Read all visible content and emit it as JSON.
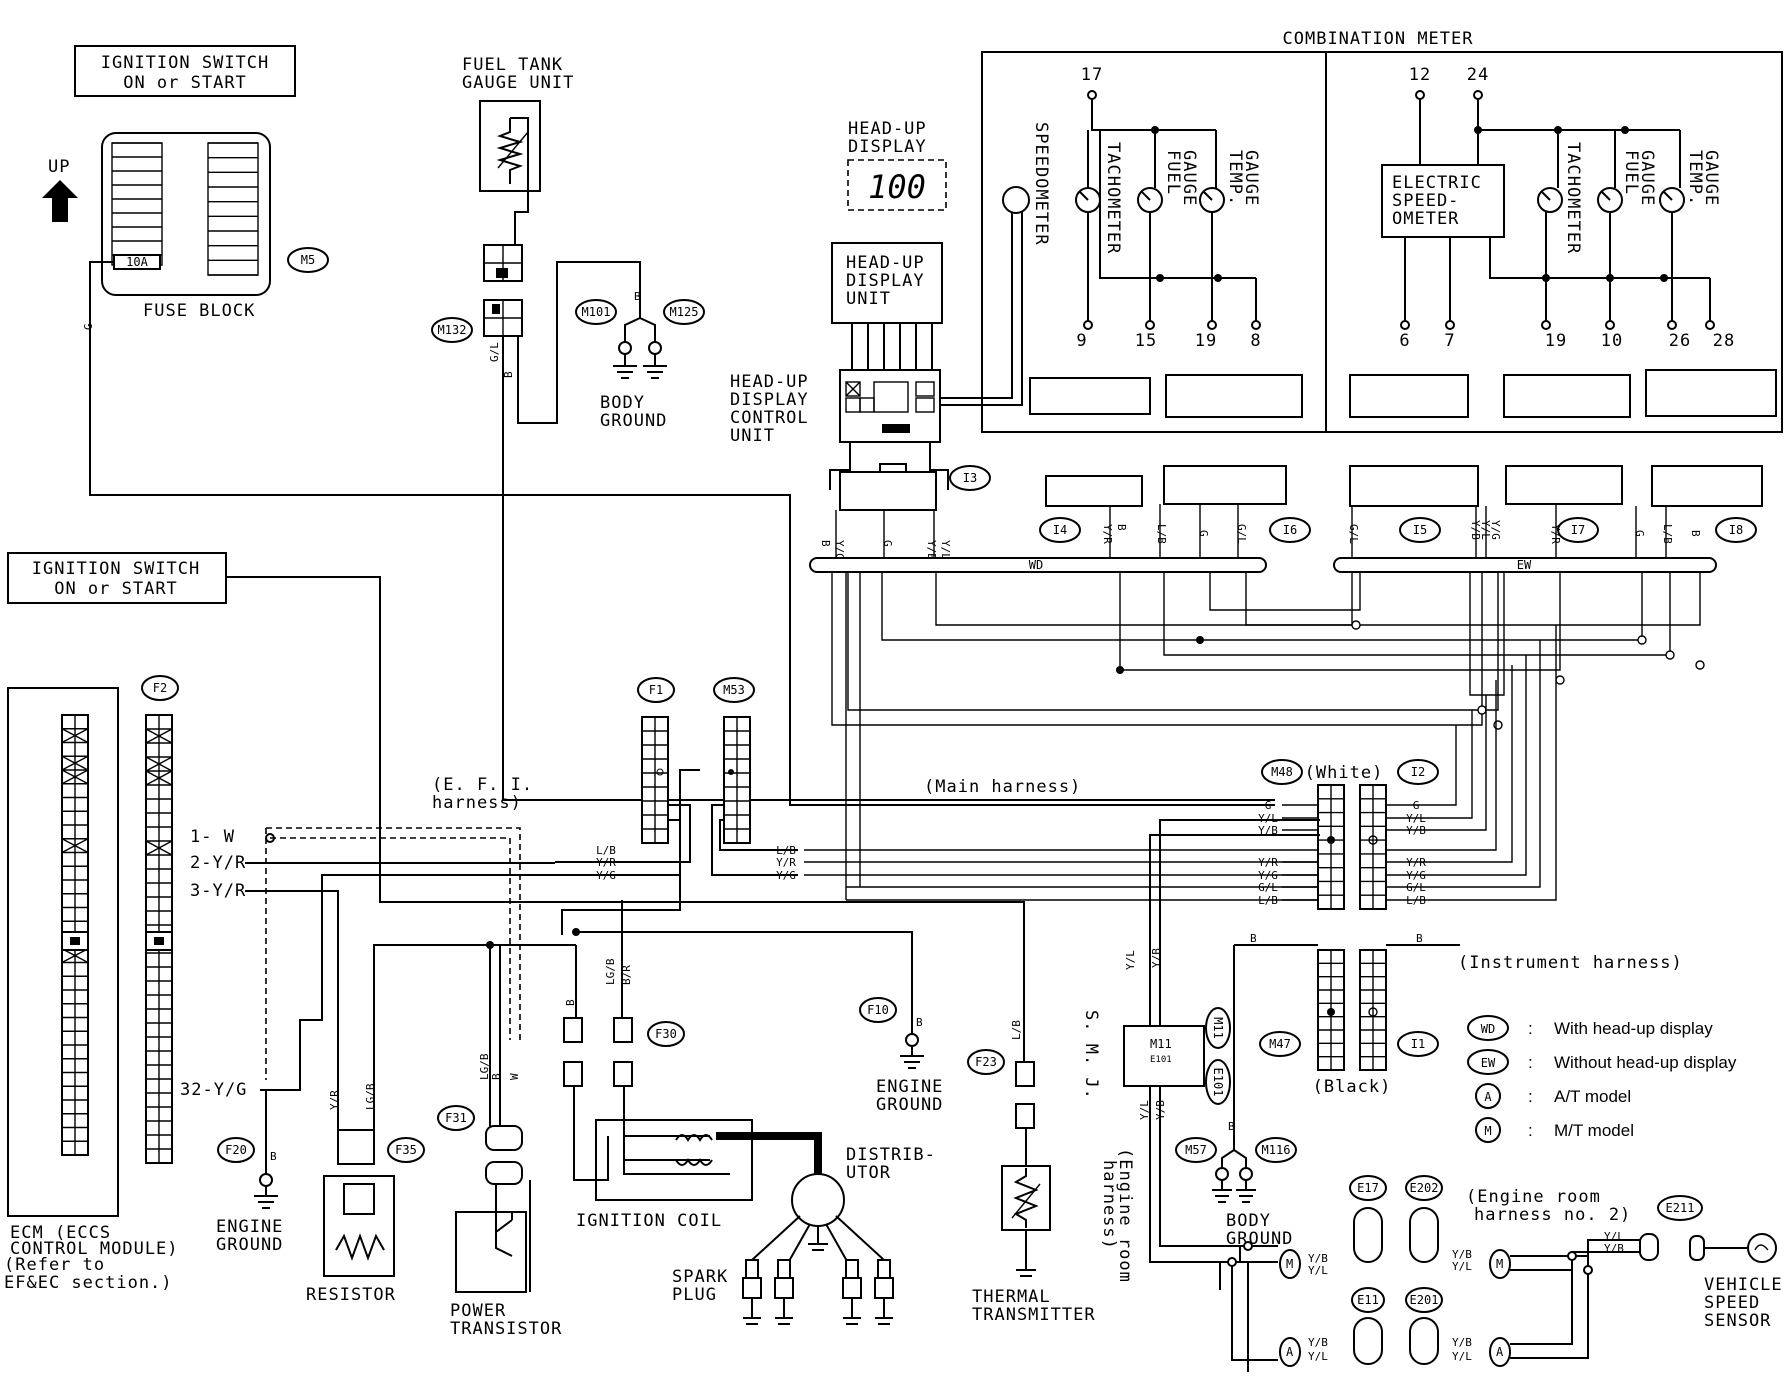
{
  "labels": {
    "ign_switch_top": [
      "IGNITION SWITCH",
      "ON or START"
    ],
    "ign_switch_mid": [
      "IGNITION SWITCH",
      "ON or START"
    ],
    "up": "UP",
    "fuse_10a": "10A",
    "fuse_block": "FUSE BLOCK",
    "fuel_tank": [
      "FUEL TANK",
      "GAUGE UNIT"
    ],
    "body_ground_top": [
      "BODY",
      "GROUND"
    ],
    "body_ground_bottom": [
      "BODY",
      "GROUND"
    ],
    "hud_display": [
      "HEAD-UP",
      "DISPLAY"
    ],
    "hud_digits": "100",
    "hud_unit": [
      "HEAD-UP",
      "DISPLAY",
      "UNIT"
    ],
    "hud_ctrl": [
      "HEAD-UP",
      "DISPLAY",
      "CONTROL",
      "UNIT"
    ],
    "combination_meter": "COMBINATION METER",
    "speedometer": "SPEEDOMETER",
    "tachometer": "TACHOMETER",
    "fuel_gauge": [
      "FUEL",
      "GAUGE"
    ],
    "temp_gauge": [
      "TEMP.",
      "GAUGE"
    ],
    "electric_speedometer": [
      "ELECTRIC",
      "SPEED-",
      "OMETER"
    ],
    "wd": "WD",
    "ew": "EW",
    "efi_harness": [
      "(E. F. I.",
      "harness)"
    ],
    "main_harness": "(Main harness)",
    "white": "(White)",
    "black": "(Black)",
    "instrument_harness": "(Instrument harness)",
    "smj": "S. M. J.",
    "engine_room_harness": [
      "(Engine room",
      "harness)"
    ],
    "engine_room_harness2": [
      "(Engine room",
      "harness no. 2)"
    ],
    "ecm": [
      "ECM  (ECCS",
      "CONTROL MODULE)",
      "(Refer to",
      "EF&EC section.)"
    ],
    "engine_ground_left": [
      "ENGINE",
      "GROUND"
    ],
    "engine_ground_mid": [
      "ENGINE",
      "GROUND"
    ],
    "resistor": "RESISTOR",
    "power_transistor": [
      "POWER",
      "TRANSISTOR"
    ],
    "ignition_coil": "IGNITION COIL",
    "distributor": [
      "DISTRIB-",
      "UTOR"
    ],
    "spark_plug": [
      "SPARK",
      "PLUG"
    ],
    "thermal_transmitter": [
      "THERMAL",
      "TRANSMITTER"
    ],
    "vehicle_speed_sensor": [
      "VEHICLE",
      "SPEED",
      "SENSOR"
    ]
  },
  "connectors": {
    "M5": "M5",
    "M132": "M132",
    "M101": "M101",
    "M125": "M125",
    "I3": "I3",
    "I4": "I4",
    "I6": "I6",
    "I5": "I5",
    "I7": "I7",
    "I8": "I8",
    "F2": "F2",
    "F1": "F1",
    "M53": "M53",
    "M48": "M48",
    "I2": "I2",
    "M47": "M47",
    "I1": "I1",
    "M11": "M11",
    "E101": "E101",
    "M57": "M57",
    "M116": "M116",
    "E17": "E17",
    "E202": "E202",
    "E211": "E211",
    "E11": "E11",
    "E201": "E201",
    "F10": "F10",
    "F23": "F23",
    "F20": "F20",
    "F35": "F35",
    "F31": "F31",
    "F30": "F30"
  },
  "meter_pins_wd": [
    "17",
    "9",
    "15",
    "19",
    "8"
  ],
  "meter_pins_ew": [
    "12",
    "24",
    "6",
    "7",
    "19",
    "10",
    "26",
    "28"
  ],
  "ecm_pins": [
    "1- W",
    "2-Y/R",
    "3-Y/R",
    "32-Y/G"
  ],
  "wire_colors": {
    "g": "G",
    "b": "B",
    "gl": "G/L",
    "yb": "Y/B",
    "yl": "Y/L",
    "yr": "Y/R",
    "yg": "Y/G",
    "lb": "L/B",
    "w": "W",
    "lgb": "LG/B",
    "br": "B/R"
  },
  "m48_wires": [
    "G",
    "Y/L",
    "Y/B",
    "Y/R",
    "Y/G",
    "G/L",
    "L/B"
  ],
  "f1_wires": [
    "L/B",
    "Y/R",
    "Y/G"
  ],
  "legend": [
    {
      "sym": "WD",
      "text": "With head-up display"
    },
    {
      "sym": "EW",
      "text": "Without head-up display"
    },
    {
      "sym": "A",
      "text": "A/T model"
    },
    {
      "sym": "M",
      "text": "M/T model"
    }
  ],
  "legend_sep": ":"
}
